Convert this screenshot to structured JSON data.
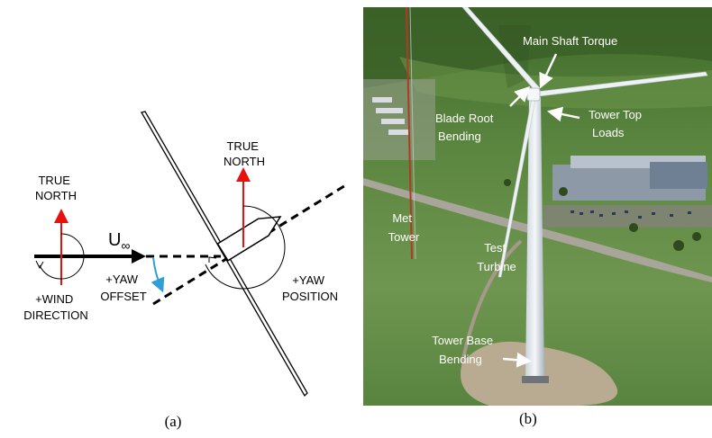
{
  "figure_a": {
    "true_north_left": [
      "TRUE",
      "NORTH"
    ],
    "true_north_right": [
      "TRUE",
      "NORTH"
    ],
    "u_symbol": "U",
    "u_subscript": "∞",
    "yaw_offset": [
      "+YAW",
      "OFFSET"
    ],
    "wind_direction": [
      "+WIND",
      "DIRECTION"
    ],
    "yaw_position": [
      "+YAW",
      "POSITION"
    ],
    "caption": "(a)"
  },
  "figure_b": {
    "labels": {
      "main_shaft_torque": "Main Shaft Torque",
      "blade_root": [
        "Blade Root",
        "Bending"
      ],
      "tower_top": [
        "Tower Top",
        "Loads"
      ],
      "met_tower": [
        "Met",
        "Tower"
      ],
      "test_turbine": [
        "Test",
        "Turbine"
      ],
      "tower_base": [
        "Tower Base",
        "Bending"
      ]
    },
    "caption": "(b)"
  },
  "colors": {
    "north_arrow": "#e8110c",
    "offset_arc": "#2e9fd8",
    "label_text": "#ffffff"
  }
}
